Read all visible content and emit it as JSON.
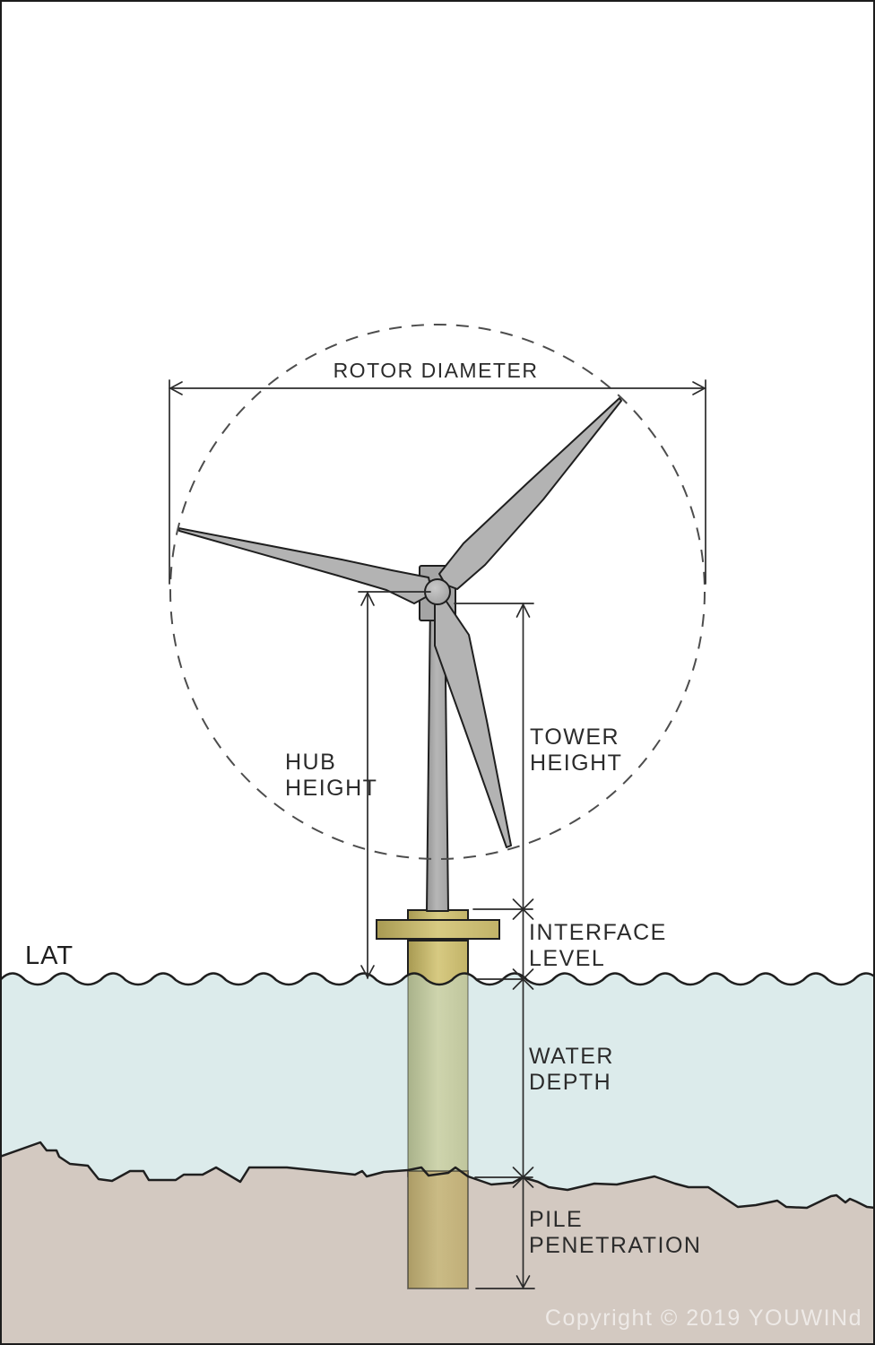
{
  "diagram": {
    "labels": {
      "rotor_diameter": "ROTOR DIAMETER",
      "hub_height": "HUB HEIGHT",
      "tower_height": "TOWER HEIGHT",
      "interface_level": "INTERFACE LEVEL",
      "water_depth": "WATER DEPTH",
      "pile_penetration": "PILE PENETRATION",
      "lat": "LAT"
    },
    "copyright": "Copyright © 2019 YOUWINd",
    "colors": {
      "background": "#ffffff",
      "water": "#dcebeb",
      "seabed": "#d3c9c1",
      "foundation_yellow": "#d2c47c",
      "pile_underwater": "#c8cfa9",
      "pile_buried": "#c2ad76",
      "turbine_gray": "#b0b0b0",
      "outline": "#1f1f1f",
      "dimension_line": "#2b2b2b"
    }
  }
}
